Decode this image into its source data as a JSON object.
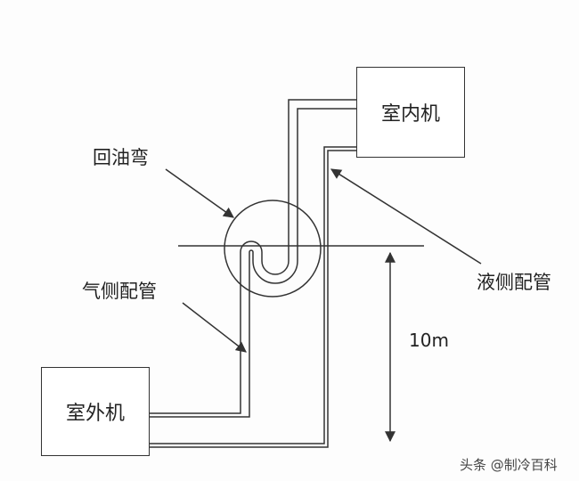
{
  "diagram": {
    "nodes": {
      "indoor_unit": "室内机",
      "outdoor_unit": "室外机"
    },
    "labels": {
      "oil_trap": "回油弯",
      "gas_pipe": "气侧配管",
      "liquid_pipe": "液侧配管",
      "height": "10m"
    },
    "watermark": "头条 @制冷百科",
    "line_color": "#333333"
  }
}
